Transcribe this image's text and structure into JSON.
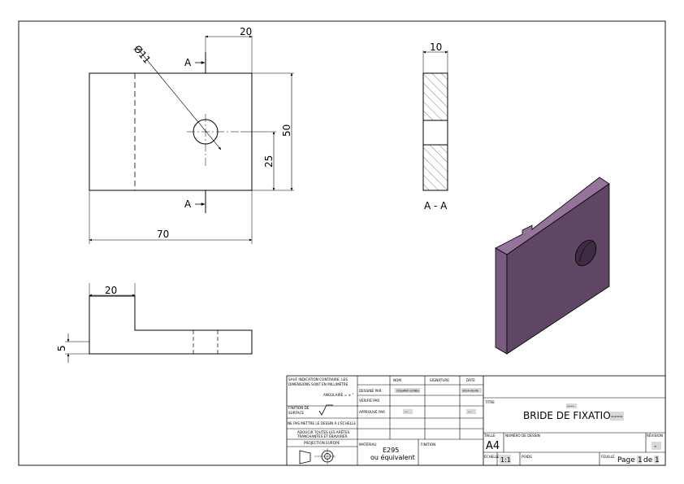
{
  "drawing": {
    "front_view": {
      "dim_diameter": "Ø11",
      "dim_width": "70",
      "dim_height": "50",
      "dim_hole_x": "20",
      "dim_hole_y": "25",
      "section_marker": "A"
    },
    "section_view": {
      "dim_thickness": "10",
      "label": "A - A"
    },
    "bottom_view": {
      "dim_step_width": "20",
      "dim_thin": "5"
    },
    "colors": {
      "iso_top": "#94749b",
      "iso_front": "#5f4664",
      "iso_side": "#7a5b80",
      "line": "#000000"
    }
  },
  "title_block": {
    "general_note_line1": "SAUF INDICATION CONTRAIRE, LES",
    "general_note_line2": "DIMENSIONS SONT EN MILLIMÈTRE",
    "angular_note": "ANGULAIRE = ± °",
    "surface_finish_line1": "FINITION DE",
    "surface_finish_line2": "SURFACE",
    "no_scale_note": "NE PAS METTRE LE DESSIN À L'ÉCHELLE",
    "deburr_line1": "ADOUCIR TOUTES LES ARÊTES",
    "deburr_line2": "TRANCHANTES ET ÉBAVURER",
    "projection_label": "PROJECTION EUROPE",
    "col_name": "NOM",
    "col_signature": "SIGNATURE",
    "col_date": "DATE",
    "row_drawn": "DESSINÉ PAR",
    "drawn_name": "CISSANO LIONEL",
    "drawn_date": "2024-03-06",
    "row_checked": "VÉRIFIÉ PAR",
    "row_approved": "APPROUVÉ PAR",
    "approved_name": "---",
    "approved_date": "---",
    "material_label": "MATÉRIAU",
    "material_value": "E295",
    "material_equiv": "ou équivalent",
    "finish_label": "FINITION",
    "title_label": "TITRE",
    "title_top": "----",
    "title_main": "BRIDE DE FIXATION",
    "title_suffix": "----",
    "format_label": "TAILLE",
    "format_value": "A4",
    "drawing_number_label": "NUMÉRO DE DESSIN",
    "revision_label": "RÉVISION",
    "revision_value": "-",
    "scale_label": "ÉCHELLE",
    "scale_value": "1:1",
    "weight_label": "POIDS",
    "sheet_label": "FEUILLE",
    "sheet_page_word": "Page",
    "sheet_page_num": "1",
    "sheet_of_word": "de",
    "sheet_total": "1"
  }
}
